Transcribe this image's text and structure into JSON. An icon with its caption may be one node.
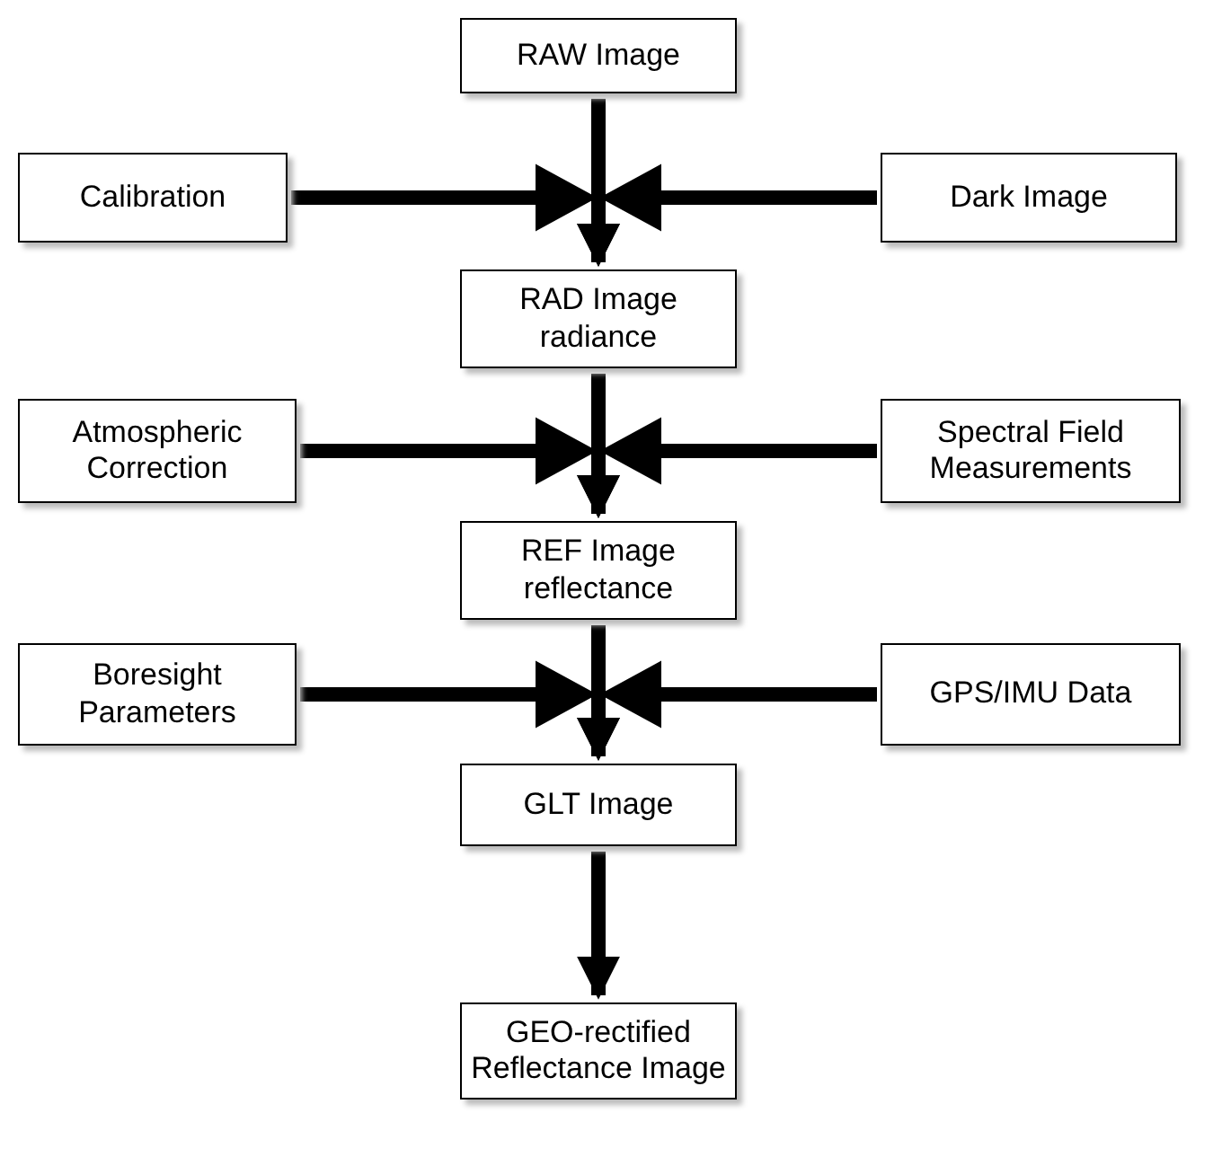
{
  "diagram": {
    "nodes": [
      {
        "text": [
          "RAW Image"
        ]
      },
      {
        "text": [
          "Calibration"
        ]
      },
      {
        "text": [
          "Dark Image"
        ]
      },
      {
        "text": [
          "RAD Image radiance"
        ]
      },
      {
        "text": [
          "Atmospheric Correction"
        ]
      },
      {
        "text": [
          "Spectral Field Measurements"
        ]
      },
      {
        "text": [
          "REF Image reflectance"
        ]
      },
      {
        "text": [
          "Boresight Parameters"
        ]
      },
      {
        "text": [
          "GPS/IMU Data"
        ]
      },
      {
        "text": [
          "GLT Image"
        ]
      },
      {
        "text": [
          "GEO-rectified Reflectance Image"
        ]
      }
    ],
    "edges": [
      {
        "from": 0,
        "to": 3,
        "arrow": "to"
      },
      {
        "from": 1,
        "to": 3,
        "arrow": "to"
      },
      {
        "from": 2,
        "to": 3,
        "arrow": "to"
      },
      {
        "from": 3,
        "to": 6,
        "arrow": "to"
      },
      {
        "from": 4,
        "to": 6,
        "arrow": "to"
      },
      {
        "from": 5,
        "to": 6,
        "arrow": "to"
      },
      {
        "from": 6,
        "to": 9,
        "arrow": "to"
      },
      {
        "from": 7,
        "to": 9,
        "arrow": "to"
      },
      {
        "from": 8,
        "to": 9,
        "arrow": "to"
      },
      {
        "from": 9,
        "to": 10,
        "arrow": "to"
      }
    ]
  }
}
